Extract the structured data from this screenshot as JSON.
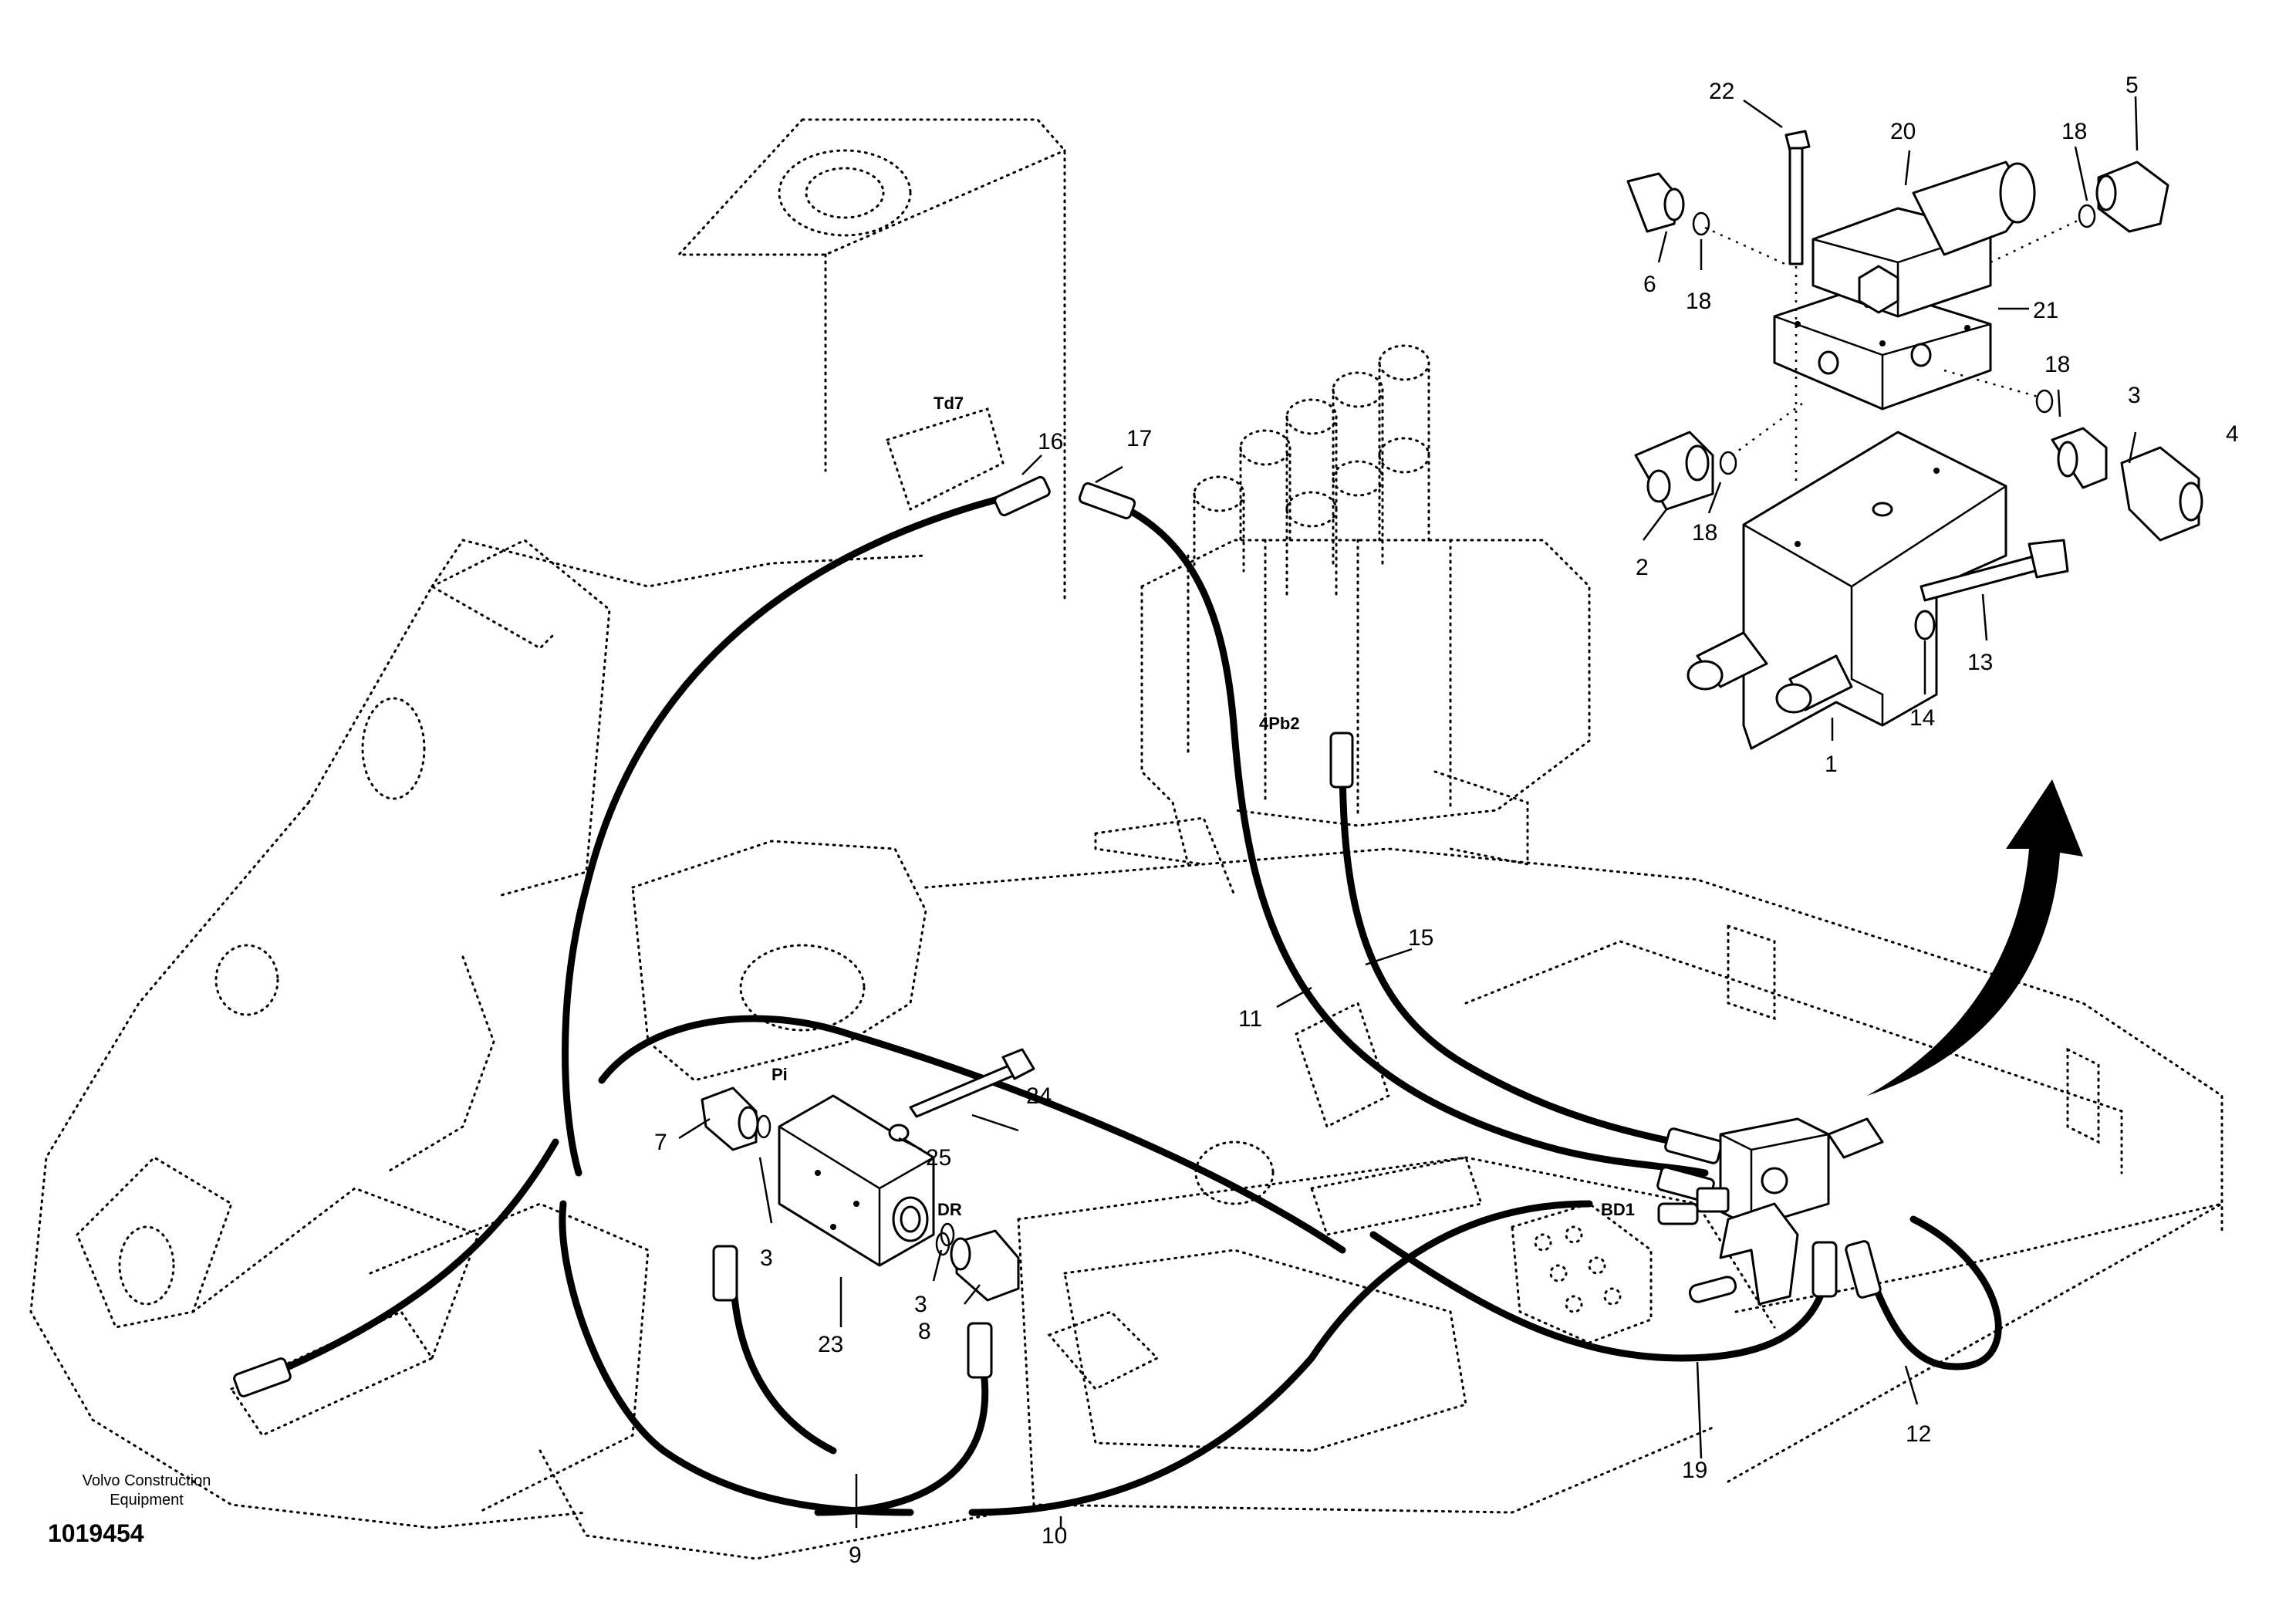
{
  "diagram": {
    "callouts": [
      "1",
      "2",
      "3",
      "4",
      "5",
      "6",
      "7",
      "8",
      "9",
      "10",
      "11",
      "12",
      "13",
      "14",
      "15",
      "16",
      "17",
      "18",
      "19",
      "20",
      "21",
      "22",
      "23",
      "24",
      "25"
    ],
    "port_labels": {
      "td7": "Td7",
      "pb2": "4Pb2",
      "pi": "Pi",
      "dr": "DR",
      "bd1": "BD1"
    },
    "footer": {
      "company_line1": "Volvo Construction",
      "company_line2": "Equipment",
      "drawing_number": "1019454"
    }
  }
}
